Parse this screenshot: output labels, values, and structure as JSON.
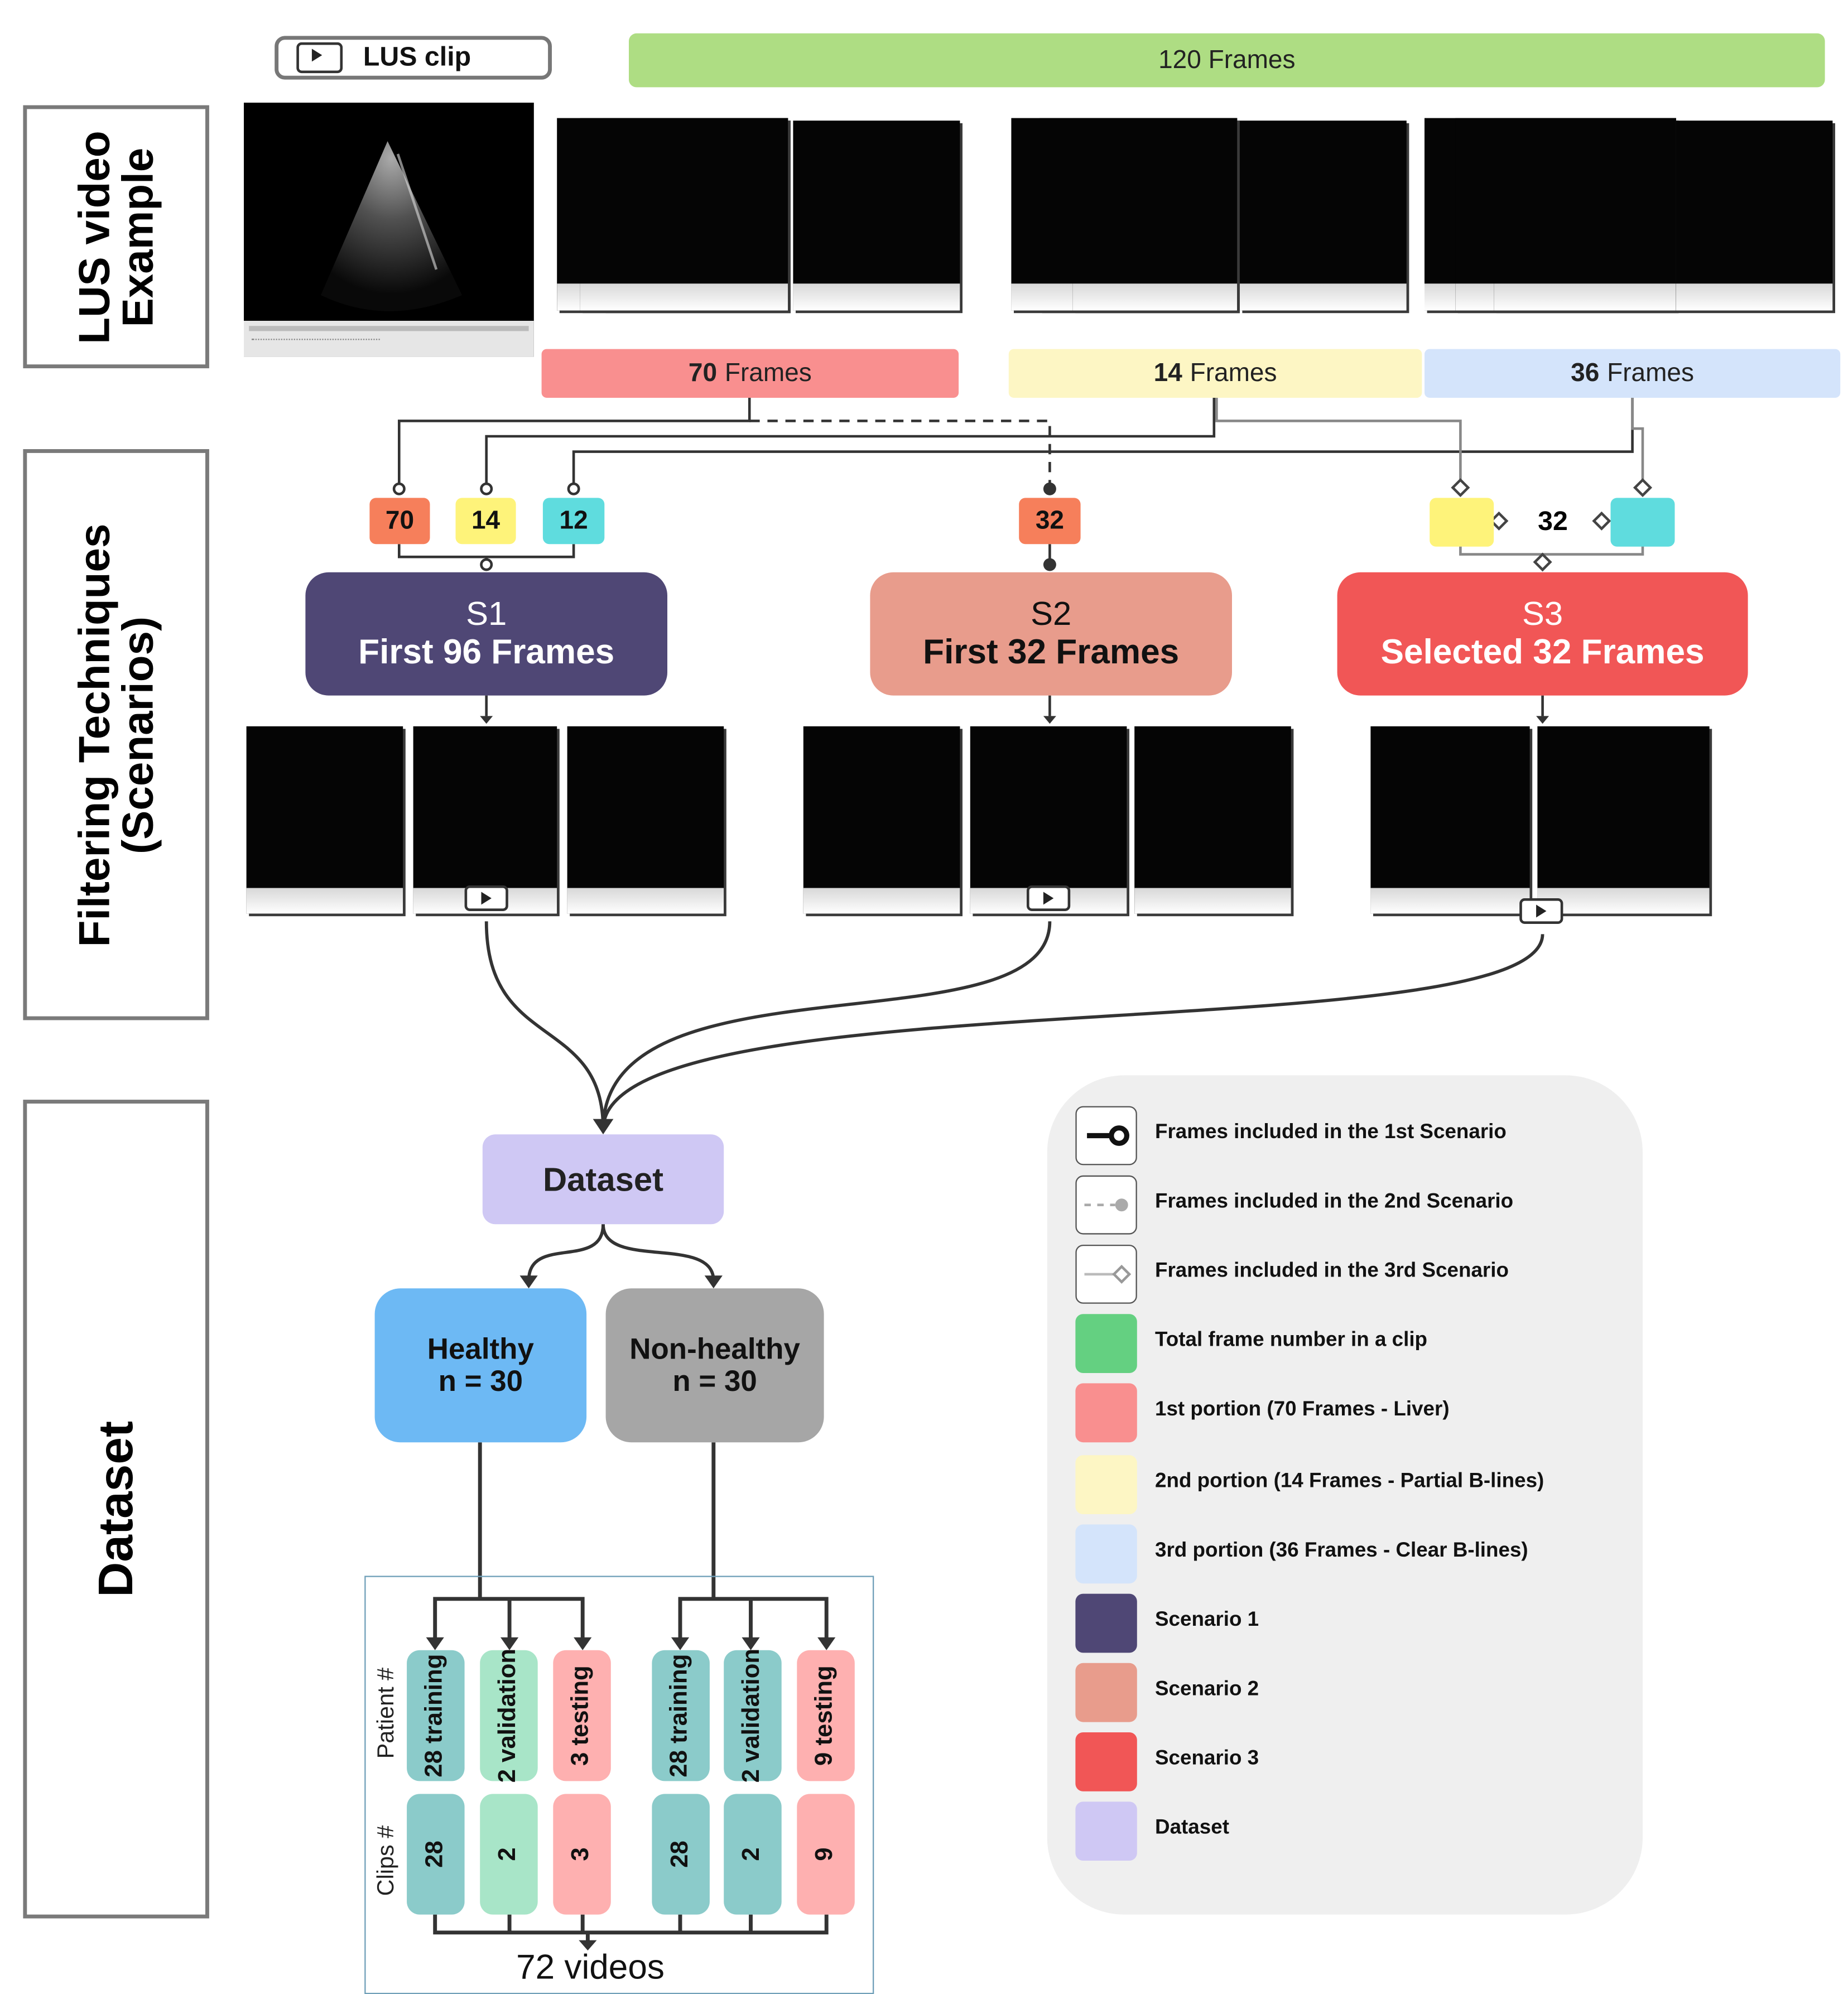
{
  "row_labels": {
    "lus_video": "LUS video\nExample",
    "filtering": "Filtering Techniques\n(Scenarios)",
    "dataset": "Dataset"
  },
  "clip_button": {
    "label": "LUS clip"
  },
  "total_bar": {
    "label": "120 Frames"
  },
  "portions": [
    {
      "count": "70",
      "unit": "Frames",
      "color": "#f98f8f"
    },
    {
      "count": "14",
      "unit": "Frames",
      "color": "#fdf6c4"
    },
    {
      "count": "36",
      "unit": "Frames",
      "color": "#d4e4fb"
    }
  ],
  "chips": {
    "s1": [
      "70",
      "14",
      "12"
    ],
    "s2": "32",
    "s3": "32"
  },
  "scenarios": [
    {
      "line1": "S1",
      "line2": "First 96 Frames",
      "color": "#4f4775"
    },
    {
      "line1": "S2",
      "line2": "First 32 Frames",
      "color": "#e89c8c"
    },
    {
      "line1": "S3",
      "line2": "Selected 32 Frames",
      "color": "#f15656"
    }
  ],
  "dataset": {
    "label": "Dataset"
  },
  "groups": {
    "healthy": {
      "line1": "Healthy",
      "line2": "n = 30"
    },
    "nonhealthy": {
      "line1": "Non-healthy",
      "line2": "n = 30"
    }
  },
  "split": {
    "patient_label": "Patient #",
    "clips_label": "Clips #",
    "patients": [
      "28 training",
      "2 validation",
      "3 testing",
      "28 training",
      "2 validation",
      "9 testing"
    ],
    "clips": [
      "28",
      "2",
      "3",
      "28",
      "2",
      "9"
    ],
    "total": "72 videos"
  },
  "legend": [
    {
      "label": "Frames included in the 1st Scenario"
    },
    {
      "label": "Frames included in the 2nd Scenario"
    },
    {
      "label": "Frames included in the 3rd Scenario"
    },
    {
      "label": "Total frame number in a clip",
      "color": "#64d081"
    },
    {
      "label": "1st portion (70 Frames - Liver)",
      "color": "#f98f8f"
    },
    {
      "label": "2nd portion (14 Frames - Partial B-lines)",
      "color": "#fdf6c4"
    },
    {
      "label": "3rd portion (36 Frames - Clear B-lines)",
      "color": "#d4e4fb"
    },
    {
      "label": "Scenario 1",
      "color": "#4f4775"
    },
    {
      "label": "Scenario 2",
      "color": "#e89c8c"
    },
    {
      "label": "Scenario 3",
      "color": "#f15656"
    },
    {
      "label": "Dataset",
      "color": "#cfc8f4"
    }
  ],
  "colors": {
    "green_bar": "#aedd83",
    "healthy": "#6db9f4",
    "nonhealthy": "#a6a6a6",
    "dataset": "#cfc8f4",
    "chip_orange": "#f67f5b",
    "chip_yellow": "#fef37a",
    "chip_cyan": "#5fdcde",
    "training": "#8bcbca",
    "validation": "#a8e5c8",
    "testing": "#feb0b0"
  }
}
